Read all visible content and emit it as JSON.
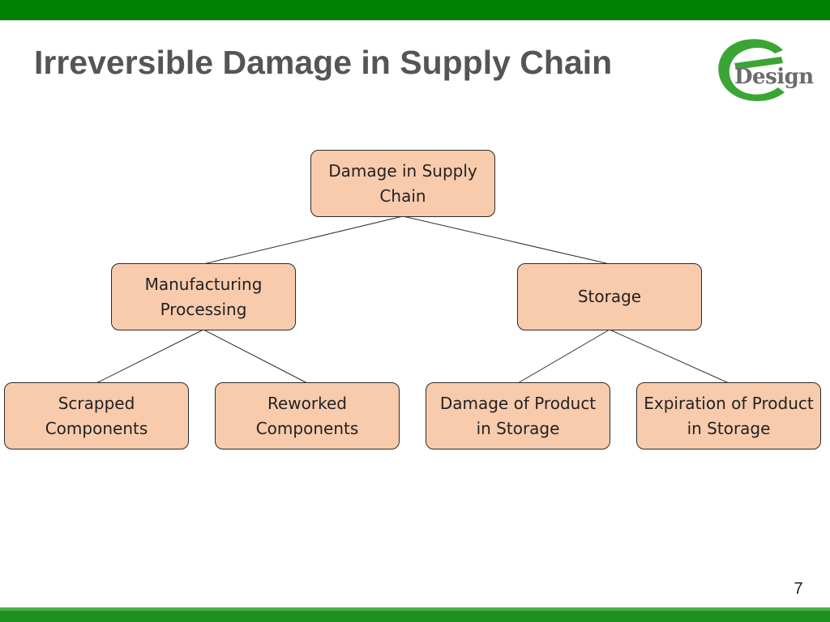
{
  "slide": {
    "title": "Irreversible Damage in Supply Chain",
    "page_number": "7",
    "logo_text": "Design",
    "colors": {
      "top_bar": "#008000",
      "bottom_bar": "#1f8f1f",
      "node_fill": "#f8cbad",
      "node_border": "#2b2b2b",
      "title": "#555555",
      "logo_green": "#3aa535"
    }
  },
  "diagram": {
    "root": "Damage in Supply Chain",
    "left_branch": "Manufacturing Processing",
    "right_branch": "Storage",
    "leaves": {
      "scrapped": "Scrapped Components",
      "reworked": "Reworked Components",
      "damage_storage": "Damage of Product in Storage",
      "expiration_storage": "Expiration of Product in Storage"
    }
  }
}
